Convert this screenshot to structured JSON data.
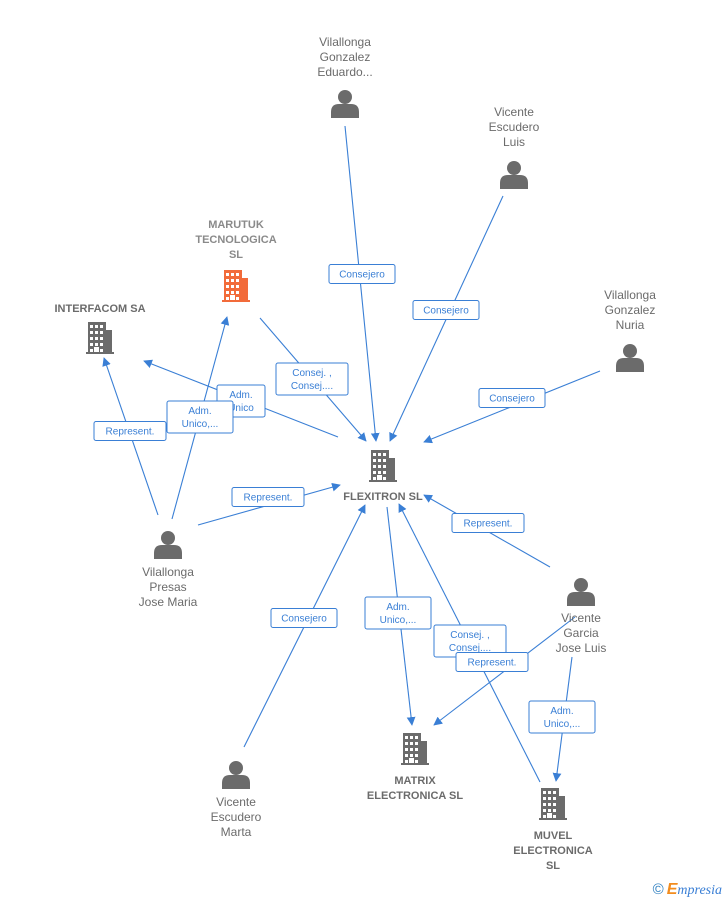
{
  "colors": {
    "edge": "#3a7fd5",
    "company": "#6b6b6b",
    "focus_company": "#f26b3a",
    "person": "#6b6b6b"
  },
  "nodes": [
    {
      "id": "vil_eduardo",
      "type": "person",
      "lines": [
        "Vilallonga",
        "Gonzalez",
        "Eduardo..."
      ]
    },
    {
      "id": "vic_luis",
      "type": "person",
      "lines": [
        "Vicente",
        "Escudero",
        "Luis"
      ]
    },
    {
      "id": "marutuk",
      "type": "company",
      "highlight": true,
      "lines": [
        "MARUTUK",
        "TECNOLOGICA",
        "SL"
      ]
    },
    {
      "id": "interfacom",
      "type": "company",
      "lines": [
        "INTERFACOM SA"
      ]
    },
    {
      "id": "vil_nuria",
      "type": "person",
      "lines": [
        "Vilallonga",
        "Gonzalez",
        "Nuria"
      ]
    },
    {
      "id": "flexitron",
      "type": "company",
      "lines": [
        "FLEXITRON  SL"
      ]
    },
    {
      "id": "vil_jose",
      "type": "person",
      "lines": [
        "Vilallonga",
        "Presas",
        "Jose Maria"
      ]
    },
    {
      "id": "vic_jose_luis",
      "type": "person",
      "lines": [
        "Vicente",
        "Garcia",
        "Jose Luis"
      ]
    },
    {
      "id": "vic_marta",
      "type": "person",
      "lines": [
        "Vicente",
        "Escudero",
        "Marta"
      ]
    },
    {
      "id": "matrix",
      "type": "company",
      "lines": [
        "MATRIX",
        "ELECTRONICA SL"
      ]
    },
    {
      "id": "muvel",
      "type": "company",
      "lines": [
        "MUVEL",
        "ELECTRONICA",
        "SL"
      ]
    }
  ],
  "edges": [
    {
      "label": [
        "Consejero"
      ]
    },
    {
      "label": [
        "Consejero"
      ]
    },
    {
      "label": [
        "Consejero"
      ]
    },
    {
      "label": [
        "Consej. ,",
        "Consej...."
      ]
    },
    {
      "label": [
        "Adm.",
        "Unico"
      ]
    },
    {
      "label": [
        "Adm.",
        "Unico,..."
      ]
    },
    {
      "label": [
        "Represent."
      ]
    },
    {
      "label": [
        "Represent."
      ]
    },
    {
      "label": [
        "Represent."
      ]
    },
    {
      "label": [
        "Consejero"
      ]
    },
    {
      "label": [
        "Adm.",
        "Unico,..."
      ]
    },
    {
      "label": [
        "Consej. ,",
        "Consej...."
      ]
    },
    {
      "label": [
        "Represent."
      ]
    },
    {
      "label": [
        "Adm.",
        "Unico,..."
      ]
    }
  ],
  "footer": {
    "copyright": "©",
    "brand_initial": "E",
    "brand_rest": "mpresia"
  }
}
